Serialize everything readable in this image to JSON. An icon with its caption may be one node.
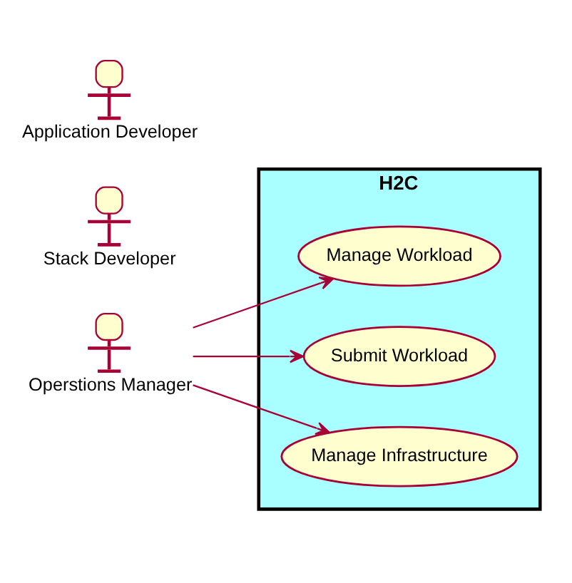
{
  "diagram": {
    "nodes": [
      {
        "text": [
          "Application Developer"
        ]
      },
      {
        "text": [
          "Stack Developer"
        ]
      },
      {
        "text": [
          "Operstions Manager"
        ]
      },
      {
        "text": [
          "H2C"
        ]
      },
      {
        "text": [
          "Manage Workload"
        ],
        "in": 3
      },
      {
        "text": [
          "Submit Workload"
        ],
        "in": 3
      },
      {
        "text": [
          "Manage Infrastructure"
        ],
        "in": 3
      }
    ],
    "edges": [
      {
        "from": 2,
        "to": 4,
        "arrow": "to"
      },
      {
        "from": 2,
        "to": 5,
        "arrow": "to"
      },
      {
        "from": 2,
        "to": 6,
        "arrow": "to"
      }
    ]
  }
}
